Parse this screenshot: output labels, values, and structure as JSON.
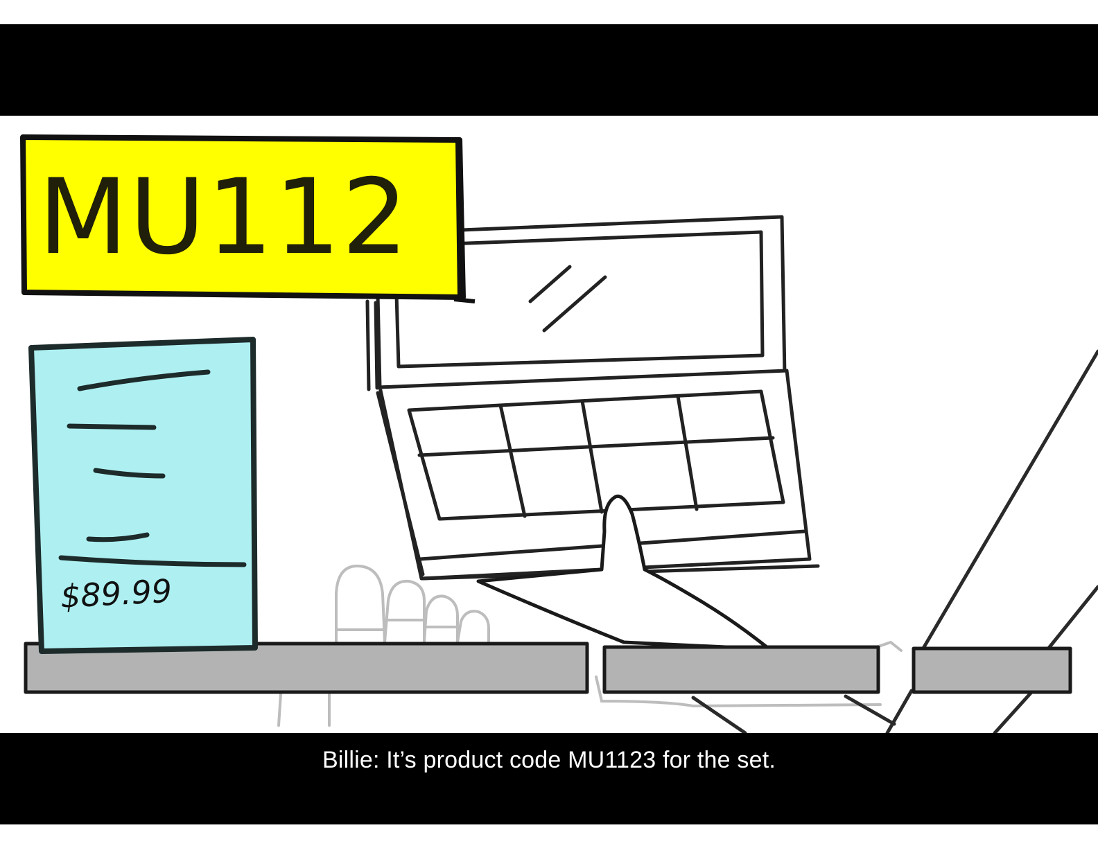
{
  "scene": {
    "sign": {
      "label": "MU112",
      "color": "#ffff00"
    },
    "product_box": {
      "price": "$89.99",
      "color": "#aef0f2"
    },
    "shelf_color": "#b3b3b3"
  },
  "caption": {
    "text": "Billie: It’s product code MU1123 for the set."
  }
}
